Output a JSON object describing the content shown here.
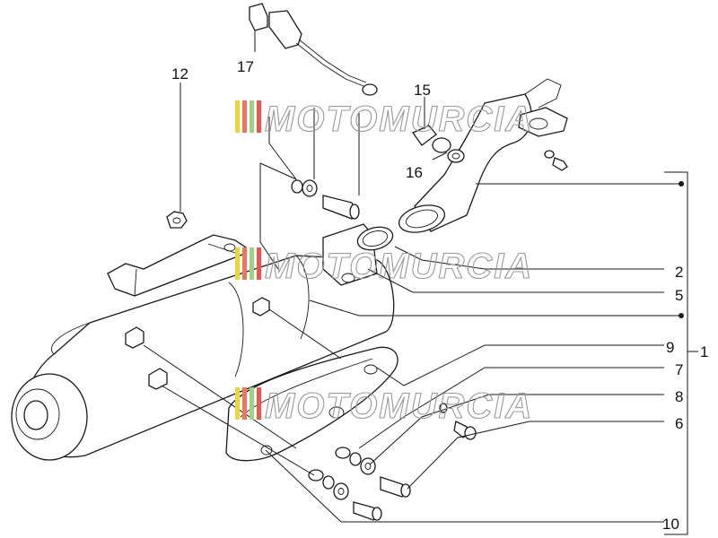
{
  "diagram": {
    "callouts": {
      "c17": "17",
      "c12": "12",
      "c15": "15",
      "c16": "16",
      "c2": "2",
      "c5": "5",
      "c9": "9",
      "c1": "1",
      "c7": "7",
      "c8": "8",
      "c6": "6",
      "c10": "10"
    }
  },
  "watermark": {
    "text": "MOTOMURCIA",
    "stripe_colors": [
      "#e8d44d",
      "#e07a6a",
      "#9fd08a",
      "#e05a5a"
    ]
  }
}
